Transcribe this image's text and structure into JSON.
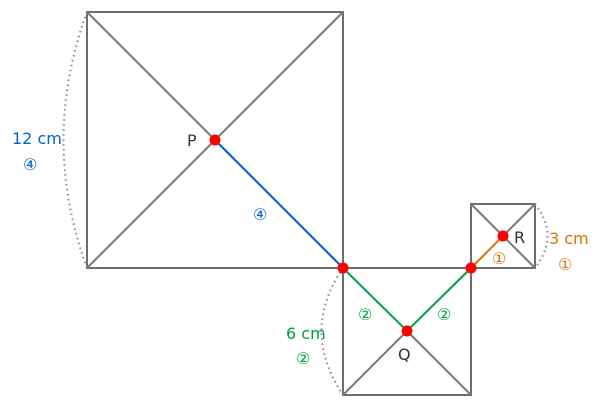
{
  "points": {
    "p": "P",
    "q": "Q",
    "r": "R"
  },
  "labels": {
    "big_side": "12 cm",
    "big_ratio": "④",
    "big_segment": "④",
    "mid_side": "6 cm",
    "mid_ratio": "②",
    "mid_segment_left": "②",
    "mid_segment_right": "②",
    "small_side": "3 cm",
    "small_ratio": "①",
    "small_segment": "①"
  },
  "colors": {
    "blue": "#0066cc",
    "green": "#00a040",
    "orange": "#e07000",
    "dot": "#ff0000"
  }
}
